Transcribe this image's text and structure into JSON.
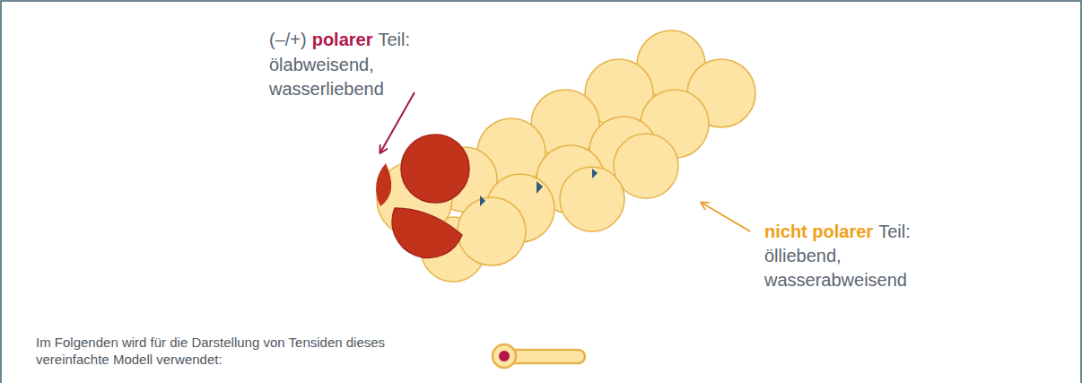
{
  "diagram": {
    "labels": [
      "(–/+)",
      "polarer",
      "Teil:",
      "ölabweisend,",
      "wasserliebend",
      "nicht polarer",
      "Teil:",
      "ölliebend,",
      "wasserabweisend",
      "Im Folgenden wird für die Darstellung von Tensiden dieses vereinfachte Modell verwendet:"
    ]
  }
}
